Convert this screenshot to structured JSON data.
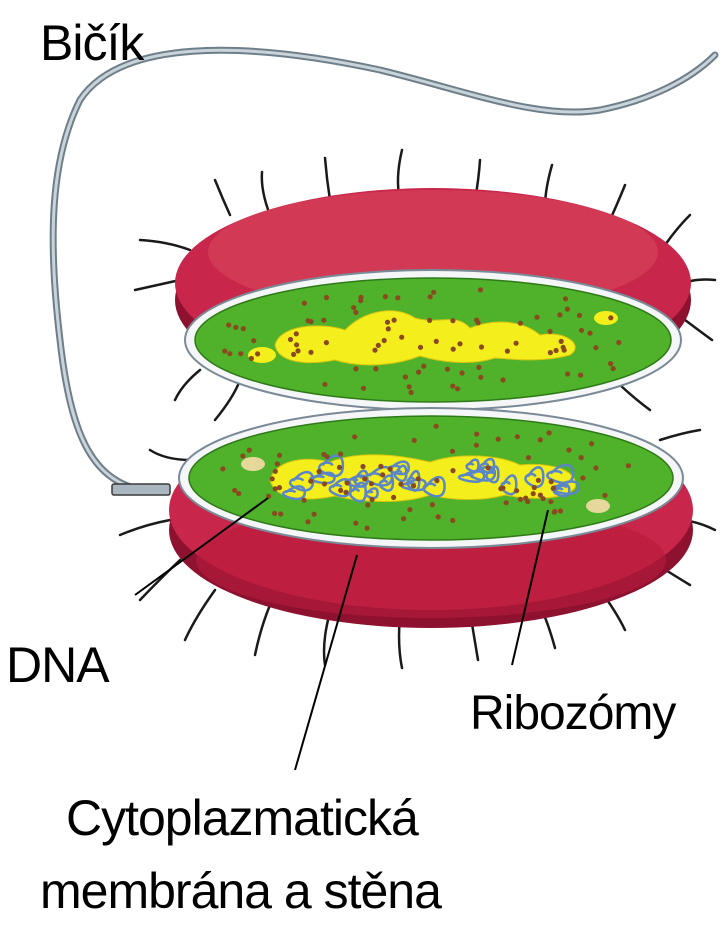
{
  "labels": {
    "flagellum": "Bičík",
    "dna": "DNA",
    "ribosomes": "Ribozómy",
    "membrane_line1": "Cytoplazmatická",
    "membrane_line2": "membrána a stěna"
  },
  "colors": {
    "wall": "#c8264a",
    "wall_dark": "#8e1230",
    "wall_light": "#e06a80",
    "cytoplasm": "#4fb22a",
    "nucleoid": "#f4ee1c",
    "dna_strand": "#5a86c8",
    "ribosome": "#8a4a20",
    "flagellum": "#8a9aa6",
    "pili": "#1a1a1a"
  }
}
